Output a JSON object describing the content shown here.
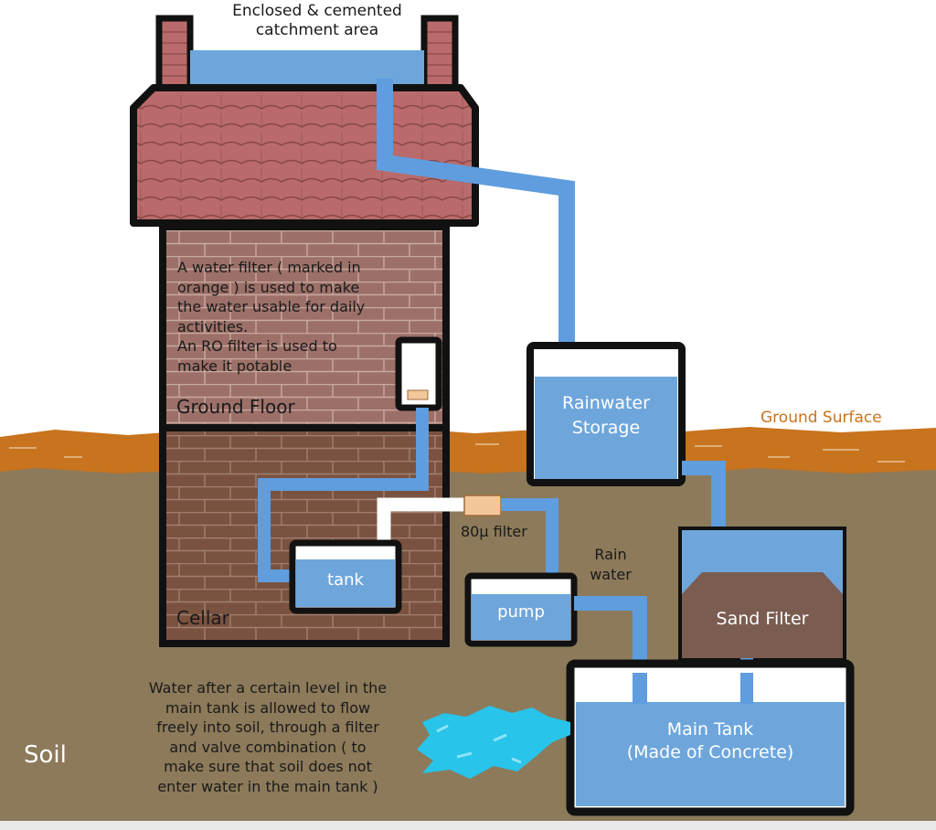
{
  "labels": {
    "catchment_line1": "Enclosed & cemented",
    "catchment_line2": "catchment area",
    "filter_note": [
      "A water filter ( marked in",
      "orange ) is used to make",
      "the water usable for daily",
      "activities.",
      "An RO filter is used to",
      "make it potable"
    ],
    "ground_floor": "Ground Floor",
    "cellar": "Cellar",
    "tank": "tank",
    "filter_80": "80μ filter",
    "pump": "pump",
    "rain_water_line1": "Rain",
    "rain_water_line2": "water",
    "rainwater_storage_line1": "Rainwater",
    "rainwater_storage_line2": "Storage",
    "ground_surface": "Ground Surface",
    "sand_filter": "Sand Filter",
    "main_tank_line1": "Main Tank",
    "main_tank_line2": "(Made of Concrete)",
    "soil": "Soil",
    "overflow_note": [
      "Water after a certain level in the",
      "main tank is allowed to flow",
      "freely into soil, through a filter",
      "and valve combination ( to",
      "make sure that soil does not",
      "enter water in the main tank )"
    ]
  },
  "colors": {
    "water": "#6ea6dc",
    "pipe": "#5f9ddf",
    "soil": "#8c7a5a",
    "ground_surface": "#c8731d",
    "roof": "#b96b6b",
    "brick_upper": "#9c7068",
    "brick_cellar": "#7a5240",
    "sand": "#7a5c50",
    "filter_orange": "#f3c79a",
    "outline": "#111111",
    "overflow_water": "#28c4ea"
  }
}
